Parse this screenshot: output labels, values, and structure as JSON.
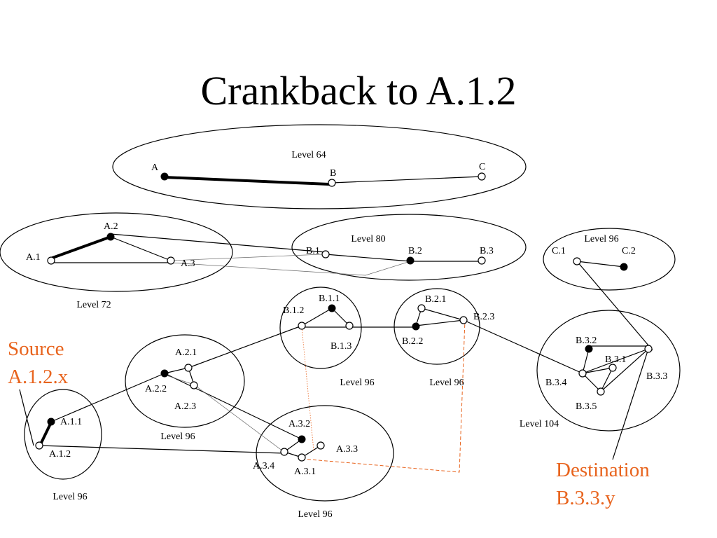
{
  "title": "Crankback to A.1.2",
  "source": {
    "line1": "Source",
    "line2": "A.1.2.x"
  },
  "destination": {
    "line1": "Destination",
    "line2": "B.3.3.y"
  },
  "colors": {
    "stroke": "#000000",
    "accent": "#e8641e",
    "background": "#ffffff"
  },
  "levels": {
    "top": "Level 64",
    "a": "Level 72",
    "b": "Level 80",
    "c": "Level 96",
    "a1": "Level 96",
    "a2": "Level 96",
    "a3": "Level 96",
    "b1": "Level 96",
    "b2": "Level 96",
    "b3": "Level 104"
  },
  "nodes": {
    "A": "A",
    "B": "B",
    "C": "C",
    "A1": "A.1",
    "A2": "A.2",
    "A3": "A.3",
    "B1": "B.1",
    "B2": "B.2",
    "B3": "B.3",
    "C1": "C.1",
    "C2": "C.2",
    "A11": "A.1.1",
    "A12": "A.1.2",
    "A21": "A.2.1",
    "A22": "A.2.2",
    "A23": "A.2.3",
    "A31": "A.3.1",
    "A32": "A.3.2",
    "A33": "A.3.3",
    "A34": "A.3.4",
    "B11": "B.1.1",
    "B12": "B.1.2",
    "B13": "B.1.3",
    "B21": "B.2.1",
    "B22": "B.2.2",
    "B23": "B.2.3",
    "B31": "B.3.1",
    "B32": "B.3.2",
    "B33": "B.3.3",
    "B34": "B.3.4",
    "B35": "B.3.5"
  }
}
